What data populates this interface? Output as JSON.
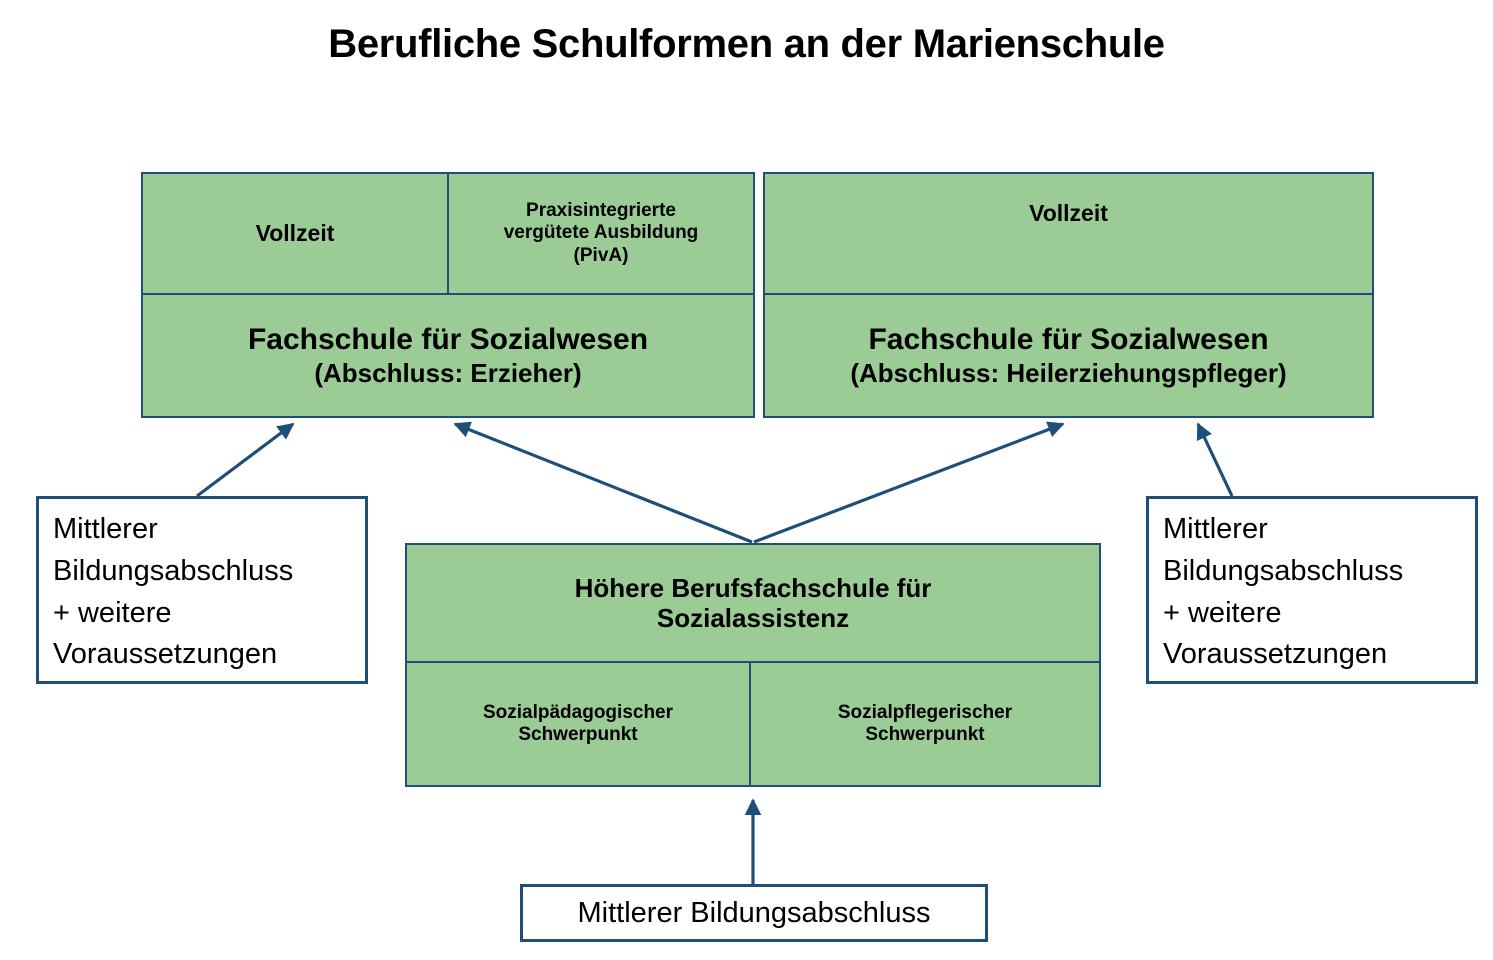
{
  "title": "Berufliche Schulformen an der Marienschule",
  "colors": {
    "green_fill": "#9CCC96",
    "border_blue": "#1F4E79",
    "arrow_blue": "#1F4E79",
    "white_fill": "#FFFFFF",
    "text": "#000000"
  },
  "blocks": {
    "erzieher": {
      "top_cells": [
        {
          "label": "Vollzeit"
        },
        {
          "label_line1": "Praxisintegrierte",
          "label_line2": "vergütete Ausbildung",
          "label_line3": "(PivA)"
        }
      ],
      "bottom": {
        "line1": "Fachschule für Sozialwesen",
        "line2": "(Abschluss: Erzieher)"
      }
    },
    "heilerziehungspfleger": {
      "top_cells": [
        {
          "label": "Vollzeit"
        }
      ],
      "bottom": {
        "line1": "Fachschule für Sozialwesen",
        "line2": "(Abschluss: Heilerziehungspfleger)"
      }
    },
    "sozialassistenz": {
      "top": {
        "line1": "Höhere Berufsfachschule für",
        "line2": "Sozialassistenz"
      },
      "bottom_cells": [
        {
          "line1": "Sozialpädagogischer",
          "line2": "Schwerpunkt"
        },
        {
          "line1": "Sozialpflegerischer",
          "line2": "Schwerpunkt"
        }
      ]
    }
  },
  "notes": {
    "left": {
      "line1": "Mittlerer",
      "line2": "Bildungsabschluss",
      "line3": "+ weitere",
      "line4": "Voraussetzungen"
    },
    "right": {
      "line1": "Mittlerer",
      "line2": "Bildungsabschluss",
      "line3": "+ weitere",
      "line4": "Voraussetzungen"
    },
    "bottom": {
      "text": "Mittlerer Bildungsabschluss"
    }
  },
  "arrows": [
    {
      "name": "left-note-to-erzieher",
      "from": "left-note",
      "to": "fachschule-erzieher"
    },
    {
      "name": "sozialassistenz-to-erzieher",
      "from": "sozialassistenz",
      "to": "fachschule-erzieher"
    },
    {
      "name": "sozialassistenz-to-heilerz",
      "from": "sozialassistenz",
      "to": "fachschule-heilerziehungspfleger"
    },
    {
      "name": "right-note-to-heilerz",
      "from": "right-note",
      "to": "fachschule-heilerziehungspfleger"
    },
    {
      "name": "bottom-note-to-sozialassistenz",
      "from": "bottom-note",
      "to": "sozialassistenz"
    }
  ]
}
